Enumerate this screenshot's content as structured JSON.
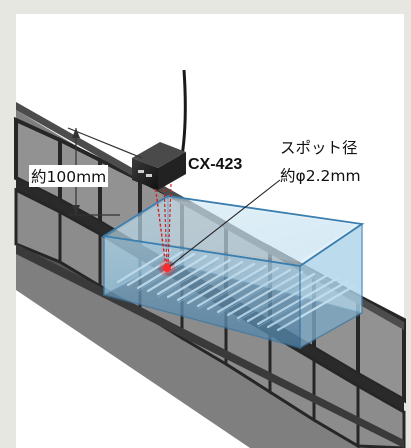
{
  "diagram": {
    "distance_label": "約100mm",
    "model_label": "CX-423",
    "spot_label_line1": "スポット径",
    "spot_label_line2": "約φ2.2mm"
  },
  "colors": {
    "background": "#e7e7e2",
    "panel": "#ffffff",
    "belt_top": "#8a8a8a",
    "belt_slat": "#2c2c2c",
    "container_glass": "#bfe0ef",
    "container_edge": "#4a8fbd",
    "laser": "#d42020"
  }
}
